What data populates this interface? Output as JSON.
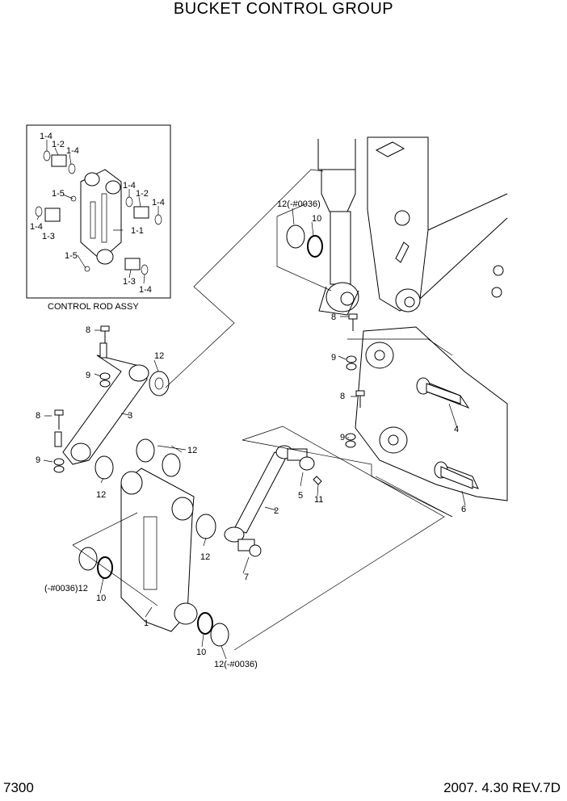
{
  "title": "BUCKET CONTROL GROUP",
  "page_number": "7300",
  "revision": "2007. 4.30  REV.7D",
  "inset": {
    "caption": "CONTROL ROD ASSY",
    "labels": [
      "1-4",
      "1-2",
      "1-4",
      "1-5",
      "1-4",
      "1-2",
      "1-4",
      "1-4",
      "1-3",
      "1-1",
      "1-5",
      "1-3",
      "1-4"
    ]
  },
  "callouts": {
    "p1": "1",
    "p2": "2",
    "p3": "3",
    "p4": "4",
    "p5": "5",
    "p6": "6",
    "p7": "7",
    "p8a": "8",
    "p8b": "8",
    "p8c": "8",
    "p8d": "8",
    "p9a": "9",
    "p9b": "9",
    "p9c": "9",
    "p9d": "9",
    "p10a": "10",
    "p10b": "10",
    "p10c": "10",
    "p11": "11",
    "p12a": "12(-#0036)",
    "p12b": "12",
    "p12c": "12",
    "p12d": "12",
    "p12e": "12",
    "p12f": "(-#0036)12",
    "p12g": "12(-#0036)"
  }
}
